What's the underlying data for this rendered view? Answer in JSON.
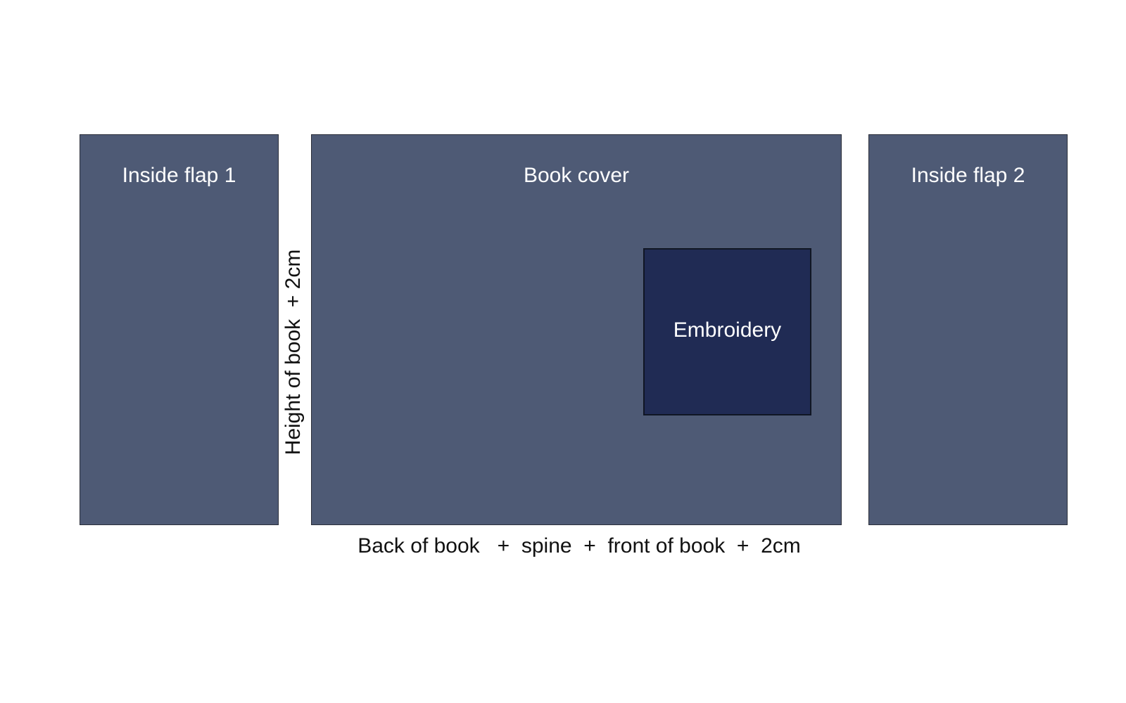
{
  "colors": {
    "panel_fill": "#4e5a75",
    "embroidery_fill": "#202b54",
    "panel_text": "#ffffff",
    "label_text": "#111111",
    "background": "#ffffff"
  },
  "panels": {
    "flap1": {
      "title": "Inside flap 1"
    },
    "cover": {
      "title": "Book cover"
    },
    "flap2": {
      "title": "Inside flap 2"
    }
  },
  "embroidery": {
    "label": "Embroidery"
  },
  "dimensions": {
    "height_label": "Height of book  + 2cm",
    "width_label": "Back of book   +  spine  +  front of book  +  2cm"
  }
}
